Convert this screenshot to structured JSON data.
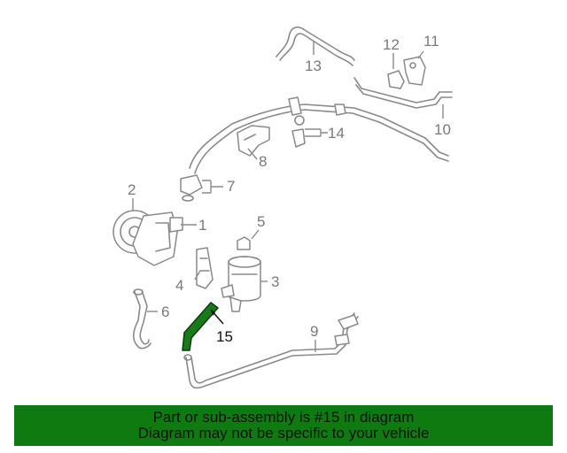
{
  "diagram": {
    "callouts": [
      {
        "id": "1",
        "label": "1"
      },
      {
        "id": "2",
        "label": "2"
      },
      {
        "id": "3",
        "label": "3"
      },
      {
        "id": "4",
        "label": "4"
      },
      {
        "id": "5",
        "label": "5"
      },
      {
        "id": "6",
        "label": "6"
      },
      {
        "id": "7",
        "label": "7"
      },
      {
        "id": "8",
        "label": "8"
      },
      {
        "id": "9",
        "label": "9"
      },
      {
        "id": "10",
        "label": "10"
      },
      {
        "id": "11",
        "label": "11"
      },
      {
        "id": "12",
        "label": "12"
      },
      {
        "id": "13",
        "label": "13"
      },
      {
        "id": "14",
        "label": "14"
      },
      {
        "id": "15",
        "label": "15"
      }
    ],
    "highlight_part": "15",
    "highlight_color": "#1a7a1a"
  },
  "banner": {
    "line1": "Part or sub-assembly is #15 in diagram",
    "line2": "Diagram may not be specific to your vehicle",
    "background": "#0f7a0f"
  }
}
